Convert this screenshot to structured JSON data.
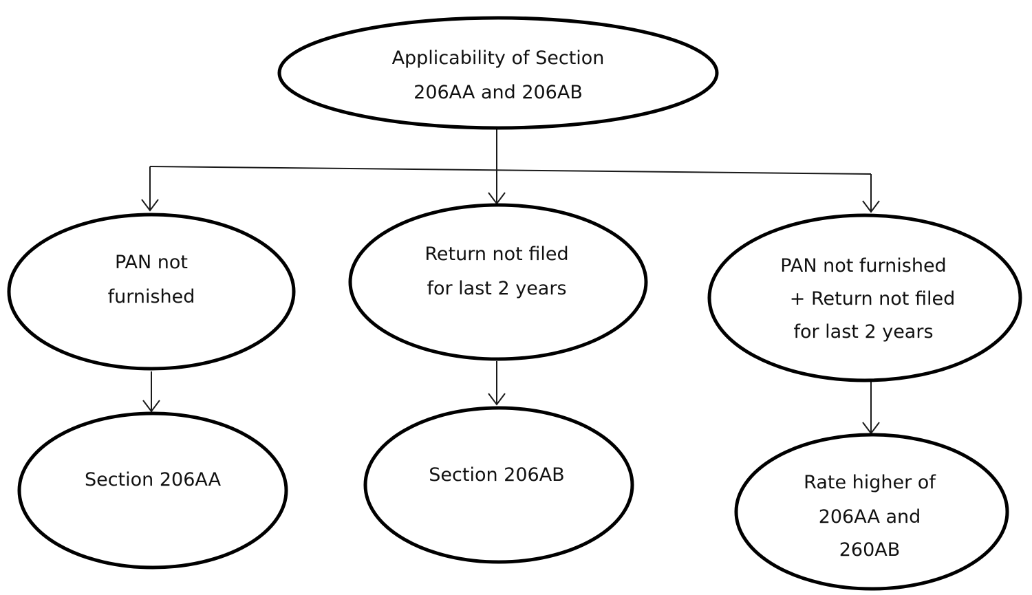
{
  "diagram": {
    "nodes": {
      "root": {
        "lines": [
          "Applicability  of Section",
          "206AA  and 206AB"
        ]
      },
      "pan": {
        "lines": [
          "PAN not",
          "furnished"
        ]
      },
      "return": {
        "lines": [
          "Return not filed",
          "for last 2 years"
        ]
      },
      "both": {
        "lines": [
          "PAN not furnished",
          "+ Return not filed",
          "for last 2 years"
        ]
      },
      "s206aa": {
        "lines": [
          "Section 206AA"
        ]
      },
      "s206ab": {
        "lines": [
          "Section 206AB"
        ]
      },
      "higher": {
        "lines": [
          "Rate higher of",
          "206AA  and",
          "260AB"
        ]
      }
    },
    "edges": [
      [
        "root",
        "pan"
      ],
      [
        "root",
        "return"
      ],
      [
        "root",
        "both"
      ],
      [
        "pan",
        "s206aa"
      ],
      [
        "return",
        "s206ab"
      ],
      [
        "both",
        "higher"
      ]
    ],
    "colors": {
      "stroke": "#000000",
      "background": "#ffffff",
      "text": "#111111"
    }
  }
}
